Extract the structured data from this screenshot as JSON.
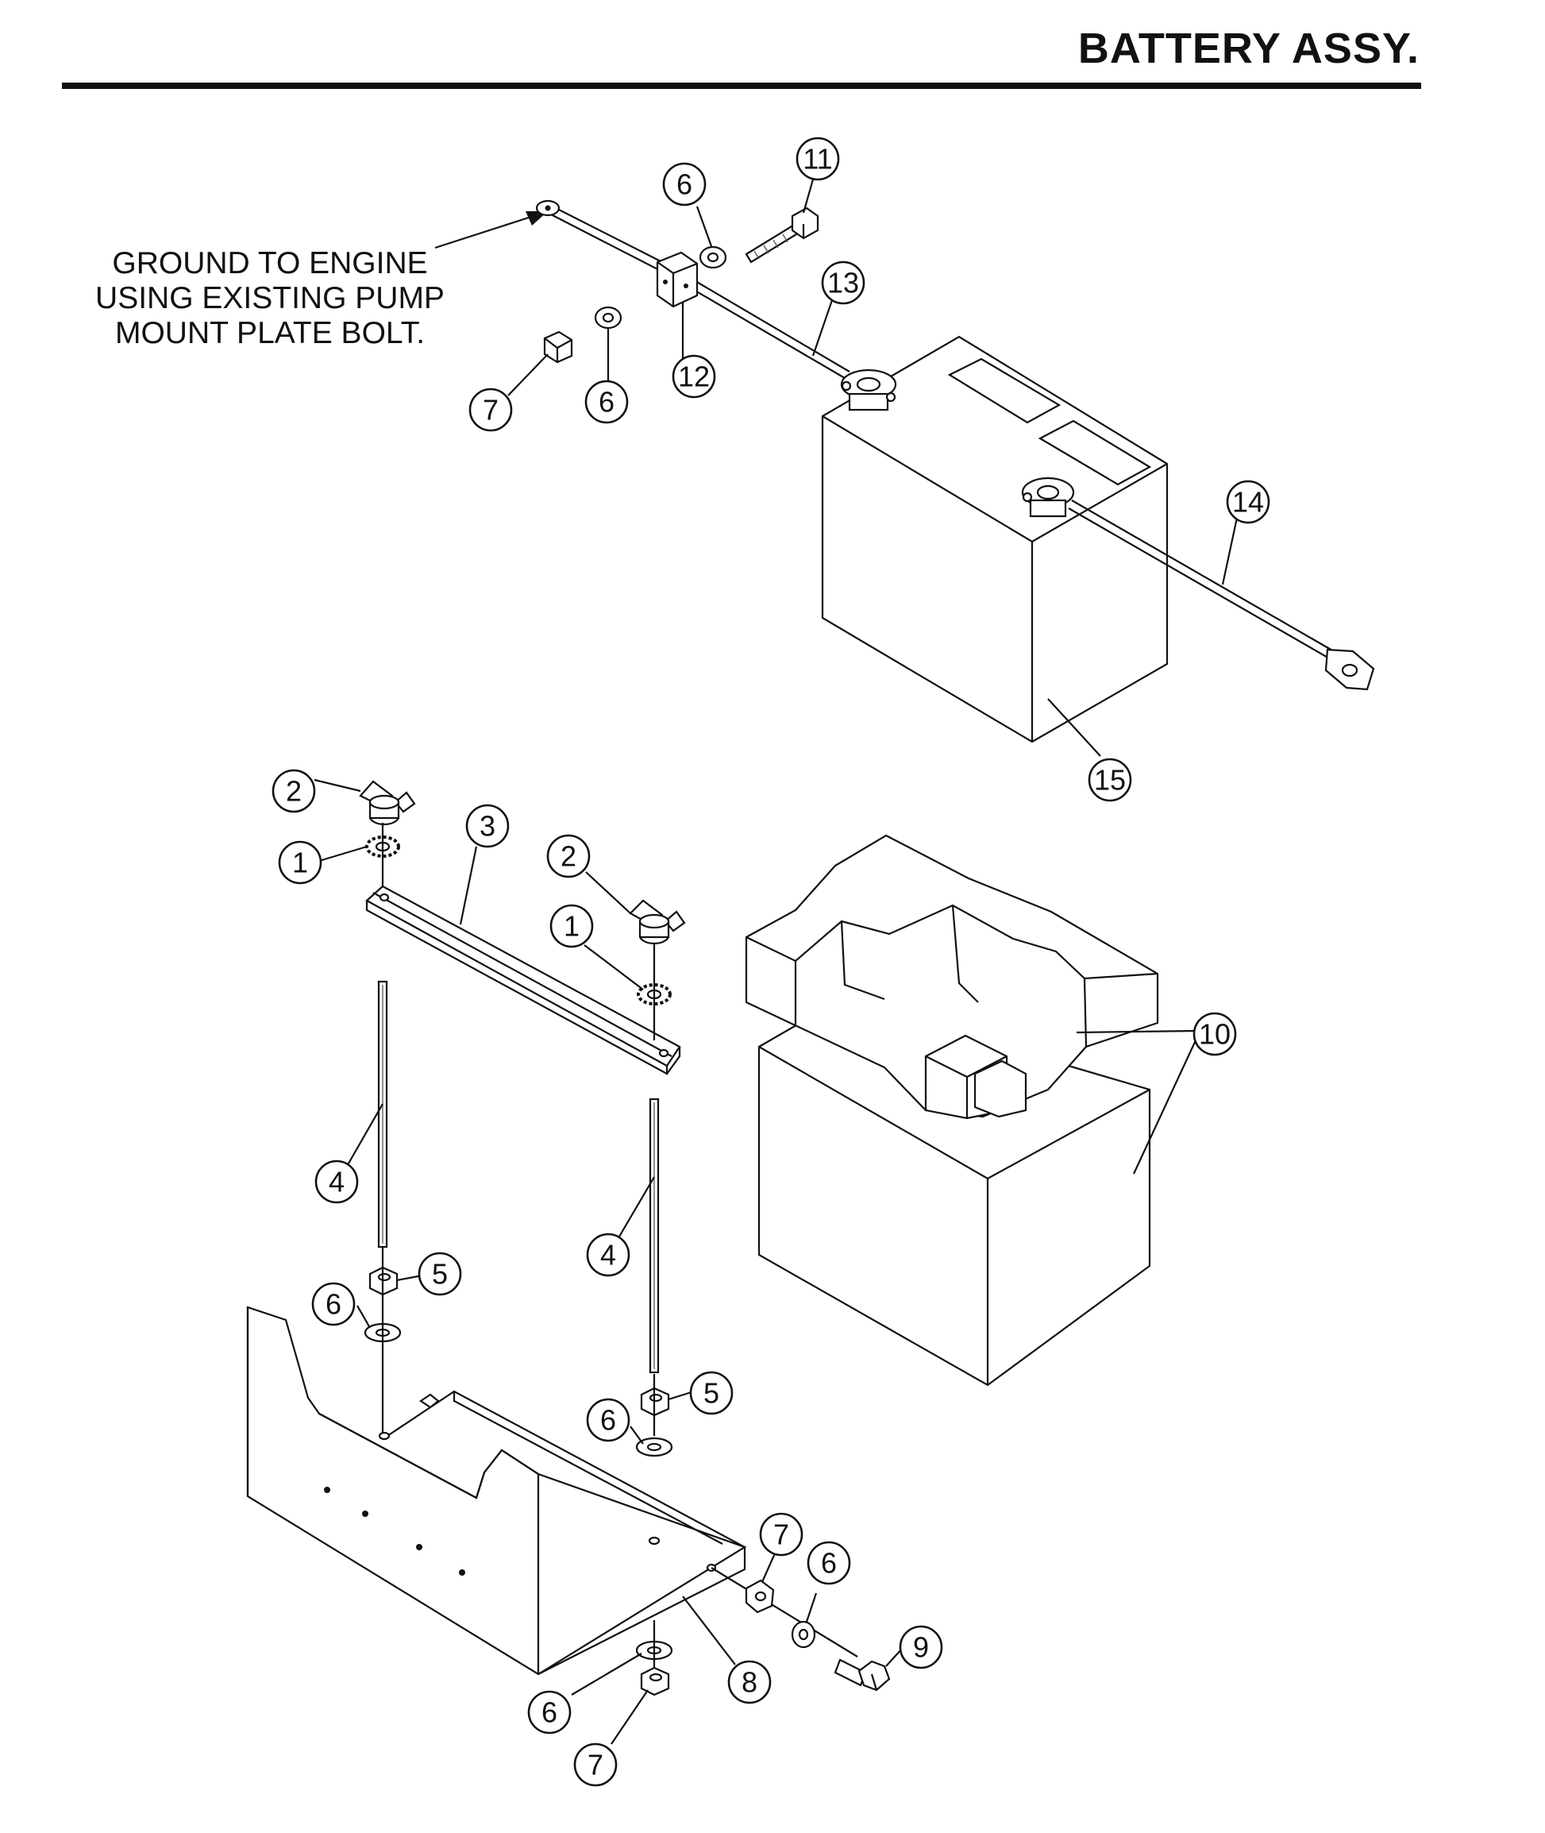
{
  "title": "BATTERY ASSY.",
  "note": {
    "lines": [
      "GROUND TO ENGINE",
      "USING EXISTING PUMP",
      "MOUNT PLATE BOLT."
    ]
  },
  "callouts": [
    {
      "id": "c11",
      "label": "11"
    },
    {
      "id": "c6a",
      "label": "6"
    },
    {
      "id": "c13",
      "label": "13"
    },
    {
      "id": "c12",
      "label": "12"
    },
    {
      "id": "c7a",
      "label": "7"
    },
    {
      "id": "c6b",
      "label": "6"
    },
    {
      "id": "c14",
      "label": "14"
    },
    {
      "id": "c15",
      "label": "15"
    },
    {
      "id": "c2a",
      "label": "2"
    },
    {
      "id": "c3",
      "label": "3"
    },
    {
      "id": "c1a",
      "label": "1"
    },
    {
      "id": "c2b",
      "label": "2"
    },
    {
      "id": "c1b",
      "label": "1"
    },
    {
      "id": "c10",
      "label": "10"
    },
    {
      "id": "c4a",
      "label": "4"
    },
    {
      "id": "c4b",
      "label": "4"
    },
    {
      "id": "c5a",
      "label": "5"
    },
    {
      "id": "c6c",
      "label": "6"
    },
    {
      "id": "c5b",
      "label": "5"
    },
    {
      "id": "c6d",
      "label": "6"
    },
    {
      "id": "c7b",
      "label": "7"
    },
    {
      "id": "c6e",
      "label": "6"
    },
    {
      "id": "c9",
      "label": "9"
    },
    {
      "id": "c8",
      "label": "8"
    },
    {
      "id": "c6f",
      "label": "6"
    },
    {
      "id": "c7c",
      "label": "7"
    }
  ]
}
